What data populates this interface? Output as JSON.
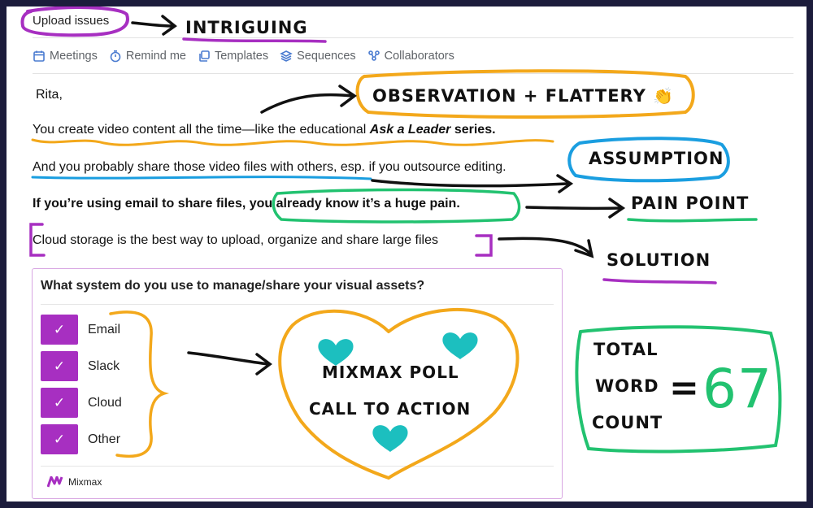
{
  "email": {
    "subject": "Upload issues",
    "toolbar": [
      {
        "label": "Meetings",
        "icon": "calendar-icon"
      },
      {
        "label": "Remind me",
        "icon": "timer-icon"
      },
      {
        "label": "Templates",
        "icon": "templates-icon"
      },
      {
        "label": "Sequences",
        "icon": "layers-icon"
      },
      {
        "label": "Collaborators",
        "icon": "collaborators-icon"
      }
    ],
    "greeting": "Rita,",
    "line1_pre": "You create video content all the time—like the educational ",
    "line1_em": "Ask a Leader",
    "line1_post": " series.",
    "line2": "And you probably share those video files with others, esp. if you outsource editing.",
    "line3_pre": "If you’re using email to share files, ",
    "line3_hl": "you already know it’s a huge pain.",
    "line4": "Cloud storage is the best way to upload, organize and share large files"
  },
  "poll": {
    "question": "What system do you use to manage/share your visual assets?",
    "check_glyph": "✓",
    "options": [
      "Email",
      "Slack",
      "Cloud",
      "Other"
    ],
    "brand": "Mixmax"
  },
  "annotations": {
    "intriguing": "INTRIGUING",
    "observation": "OBSERVATION + FLATTERY",
    "clap": "👏",
    "assumption": "ASSUMPTION",
    "pain_point": "PAIN POINT",
    "solution": "SOLUTION",
    "poll_line1": "MIXMAX POLL",
    "poll_line2": "CALL TO ACTION",
    "total": "TOTAL",
    "word": "WORD",
    "count": "COUNT",
    "equals": "=",
    "word_count": "67"
  },
  "colors": {
    "background": "#1c1c3c",
    "purple": "#a72fc1",
    "orange": "#f3a81b",
    "blue": "#1a9ee0",
    "green": "#22c270",
    "teal": "#1cbfbf"
  }
}
